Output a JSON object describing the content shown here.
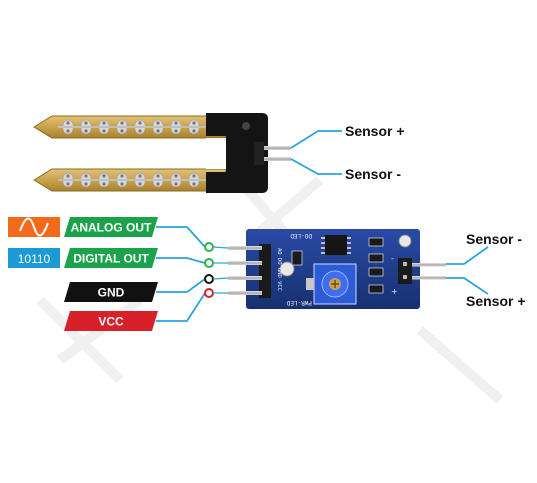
{
  "probe_labels": {
    "plus": "Sensor +",
    "minus": "Sensor -"
  },
  "module_labels": {
    "minus": "Sensor -",
    "plus": "Sensor +"
  },
  "pins": [
    {
      "label": "ANALOG OUT",
      "icon_text": "",
      "icon": "sine-wave-icon",
      "label_color": "#1aa34a",
      "icon_color": "#f26b1d",
      "ring_color": "#2db34a"
    },
    {
      "label": "DIGITAL OUT",
      "icon_text": "10110",
      "icon": "binary-icon",
      "label_color": "#1aa34a",
      "icon_color": "#1b9ad6",
      "ring_color": "#2db34a"
    },
    {
      "label": "GND",
      "icon_text": "",
      "icon": "",
      "label_color": "#111111",
      "icon_color": "",
      "ring_color": "#111111"
    },
    {
      "label": "VCC",
      "icon_text": "",
      "icon": "",
      "label_color": "#d8202a",
      "icon_color": "",
      "ring_color": "#d8202a"
    }
  ],
  "board": {
    "silk_top": "DO-LED",
    "silk_pins": "AO DO GND VCC",
    "silk_bottom": "PWR-LED"
  },
  "colors": {
    "wire": "#2aa3e0",
    "board": "#1d3a8c",
    "probe": "#c9a24a",
    "probe_head": "#141414"
  }
}
